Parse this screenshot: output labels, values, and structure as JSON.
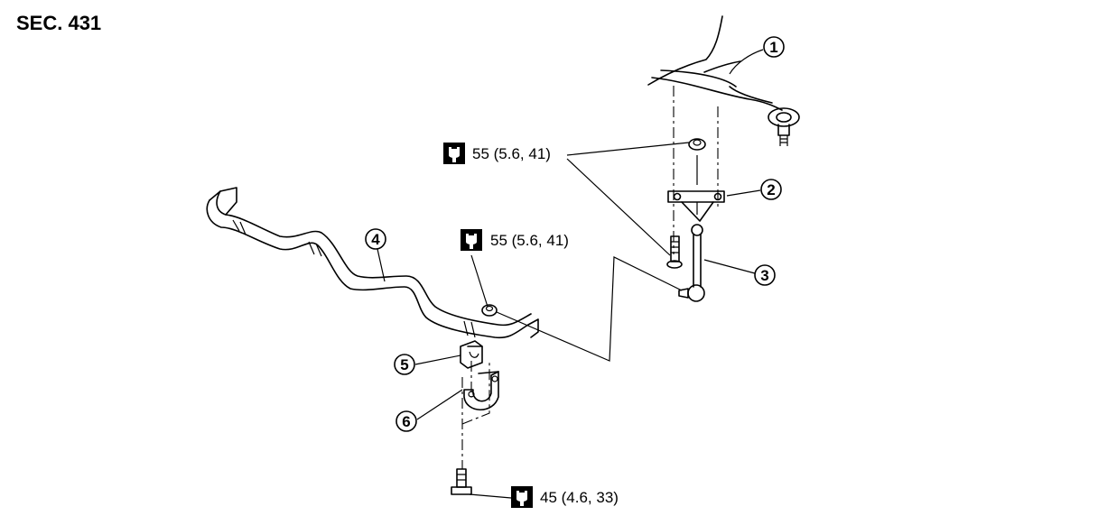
{
  "section": {
    "title": "SEC. 431"
  },
  "callouts": [
    {
      "num": "1"
    },
    {
      "num": "2"
    },
    {
      "num": "3"
    },
    {
      "num": "4"
    },
    {
      "num": "5"
    },
    {
      "num": "6"
    }
  ],
  "torque_specs": [
    {
      "text": "55 (5.6, 41)",
      "icon": "torque-wrench-icon"
    },
    {
      "text": "55 (5.6, 41)",
      "icon": "torque-wrench-icon"
    },
    {
      "text": "45 (4.6, 33)",
      "icon": "torque-wrench-icon"
    }
  ]
}
